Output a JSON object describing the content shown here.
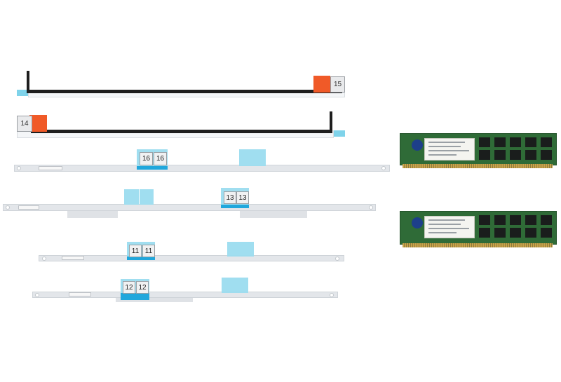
{
  "black_strips": [
    {
      "tab_number": "15",
      "orange": "#f05a28"
    },
    {
      "tab_number": "14",
      "orange": "#f05a28"
    }
  ],
  "gray_strips": [
    {
      "labels": [
        "16",
        "16"
      ]
    },
    {
      "labels": [
        "13",
        "13"
      ]
    },
    {
      "labels": [
        "11",
        "11"
      ]
    },
    {
      "labels": [
        "12",
        "12"
      ]
    }
  ],
  "ram_modules": [
    {
      "name": "memory-module-1"
    },
    {
      "name": "memory-module-2"
    }
  ],
  "colors": {
    "blue_band": "#20a7dc",
    "cyan_pad": "#9bdcef",
    "pcb_green": "#2f6b37"
  }
}
